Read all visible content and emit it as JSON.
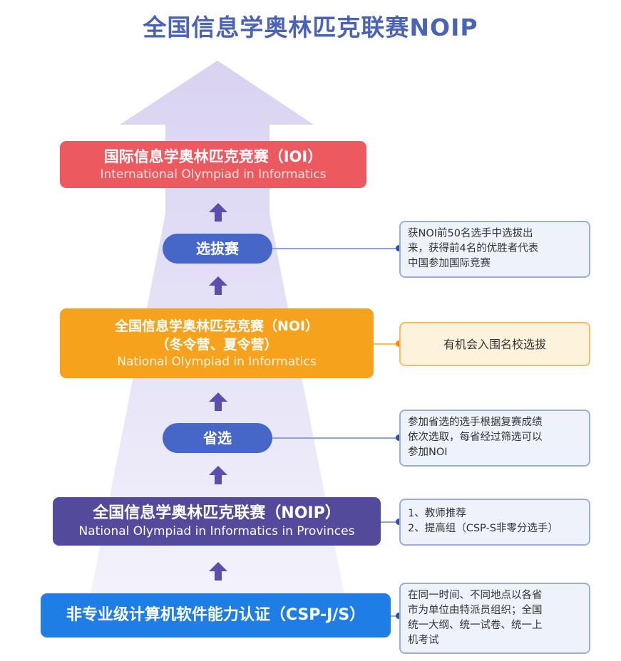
{
  "title": "全国信息学奥林匹克联赛NOIP",
  "levels": {
    "ioi": {
      "cn": "国际信息学奥林匹克竞赛（IOI）",
      "en": "International Olympiad in Informatics"
    },
    "team_selection": "选拔赛",
    "noi": {
      "cn_line1": "全国信息学奥林匹克竞赛（NOI）",
      "cn_line2": "（冬令营、夏令营）",
      "en": "National Olympiad in Informatics"
    },
    "provincial_selection": "省选",
    "noip": {
      "cn": "全国信息学奥林匹克联赛（NOIP）",
      "en": "National Olympiad in Informatics in Provinces"
    },
    "csp": {
      "cn": "非专业级计算机软件能力认证（CSP-J/S）"
    }
  },
  "notes": {
    "team_selection": [
      "获NOI前50名选手中选拔出",
      "来，获得前4名的优胜者代表",
      "中国参加国际竞赛"
    ],
    "noi": "有机会入围名校选拔",
    "provincial_selection": [
      "参加省选的选手根据复赛成绩",
      "依次选取，每省经过筛选可以",
      "参加NOI"
    ],
    "noip": [
      "1、教师推荐",
      "2、提高组（CSP-S非零分选手）"
    ],
    "csp": [
      "在同一时间、不同地点以各省",
      "市为单位由特派员组织；全国",
      "统一大纲、统一试卷、统一上",
      "机考试"
    ]
  },
  "colors": {
    "title": "#4a63b8",
    "ioi": "#ec5a60",
    "noi": "#f7a21d",
    "noip": "#534a9c",
    "csp": "#1e7ee6",
    "pill": "#4666c8",
    "arrow": "#5a4fb0"
  }
}
